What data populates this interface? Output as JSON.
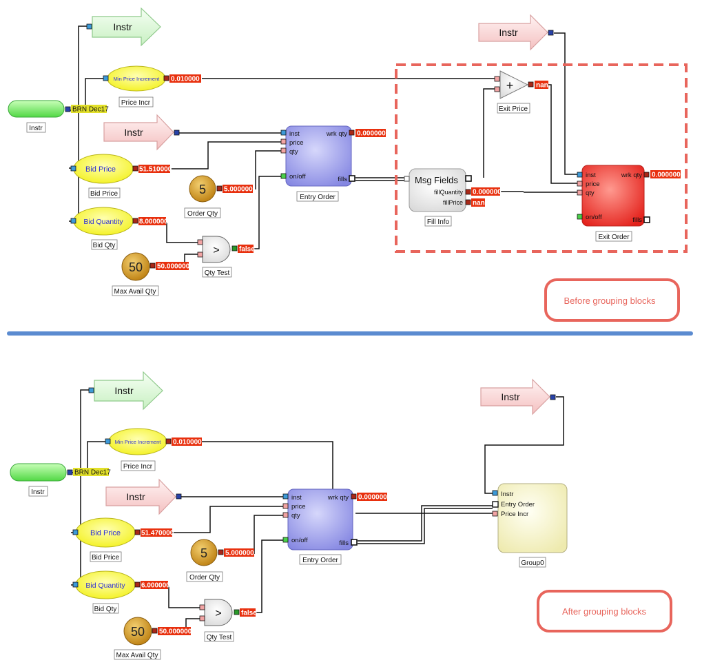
{
  "top": {
    "instr_arrow_green": "Instr",
    "instr_block_caption": "Instr",
    "symbol_tag": "BRN Dec17",
    "min_price_ellipse": "Min Price Increment",
    "min_price_value": "0.010000",
    "min_price_caption": "Price Incr",
    "instr_arrow_pink": "Instr",
    "bid_price_ellipse": "Bid Price",
    "bid_price_value": "51.510000",
    "bid_price_caption": "Bid Price",
    "bid_qty_ellipse": "Bid Quantity",
    "bid_qty_value": "8.000000",
    "bid_qty_caption": "Bid Qty",
    "order_qty_circle": "5",
    "order_qty_value": "5.000000",
    "order_qty_caption": "Order Qty",
    "max_avail_circle": "50",
    "max_avail_value": "50.000000",
    "max_avail_caption": "Max Avail Qty",
    "qty_test_symbol": ">",
    "qty_test_value": "false",
    "qty_test_caption": "Qty Test",
    "entry_order": {
      "port_inst": "inst",
      "port_price": "price",
      "port_qty": "qty",
      "port_onoff": "on/off",
      "out_wrk_qty": "wrk qty",
      "out_fills": "fills",
      "wrk_qty_value": "0.000000",
      "caption": "Entry Order"
    },
    "msg_fields_title": "Msg Fields",
    "msg_fill_qty": "fillQuantity",
    "msg_fill_price": "fillPrice",
    "msg_fill_qty_value": "0.000000",
    "msg_fill_price_value": "nan",
    "msg_caption": "Fill Info",
    "add_symbol": "+",
    "add_value": "nan",
    "add_caption": "Exit Price",
    "instr_arrow_exit": "Instr",
    "exit_order": {
      "port_inst": "inst",
      "port_price": "price",
      "port_qty": "qty",
      "port_onoff": "on/off",
      "out_wrk_qty": "wrk qty",
      "out_fills": "fills",
      "wrk_qty_value": "0.000000",
      "caption": "Exit Order"
    },
    "annotation": "Before grouping blocks"
  },
  "bottom": {
    "instr_arrow_green": "Instr",
    "instr_block_caption": "Instr",
    "symbol_tag": "BRN Dec17",
    "min_price_ellipse": "Min Price Increment",
    "min_price_value": "0.010000",
    "min_price_caption": "Price Incr",
    "instr_arrow_pink": "Instr",
    "bid_price_ellipse": "Bid Price",
    "bid_price_value": "51.470000",
    "bid_price_caption": "Bid Price",
    "bid_qty_ellipse": "Bid Quantity",
    "bid_qty_value": "6.000000",
    "bid_qty_caption": "Bid Qty",
    "order_qty_circle": "5",
    "order_qty_value": "5.000000",
    "order_qty_caption": "Order Qty",
    "max_avail_circle": "50",
    "max_avail_value": "50.000000",
    "max_avail_caption": "Max Avail Qty",
    "qty_test_symbol": ">",
    "qty_test_value": "false",
    "qty_test_caption": "Qty Test",
    "entry_order": {
      "port_inst": "inst",
      "port_price": "price",
      "port_qty": "qty",
      "port_onoff": "on/off",
      "out_wrk_qty": "wrk qty",
      "out_fills": "fills",
      "wrk_qty_value": "0.000000",
      "caption": "Entry Order"
    },
    "instr_arrow_exit": "Instr",
    "group": {
      "port_instr": "Instr",
      "port_entry_order": "Entry Order",
      "port_price_incr": "Price Incr",
      "caption": "Group0"
    },
    "annotation": "After grouping blocks"
  },
  "colors": {
    "value_tag": "#e8300e",
    "annotation_red": "#e8655c",
    "divider_blue": "#5b8bd0",
    "entry_block": "#9a9cec",
    "exit_block": "#ee2e23",
    "symbol_tag": "#e2e02a",
    "ellipse_yellow": "#fbfb3a",
    "ellipse_text": "#2d2fd6"
  }
}
